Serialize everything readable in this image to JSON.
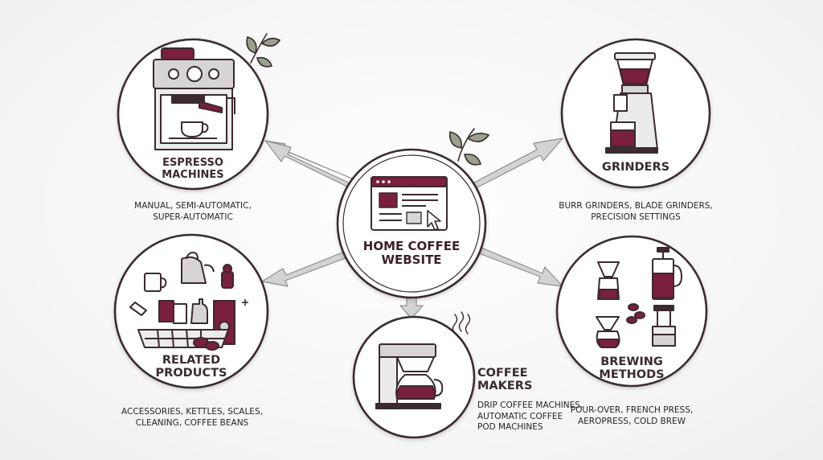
{
  "colors": {
    "maroon": "#7a1f3d",
    "outline": "#3b2a30",
    "arrow": "#c9c9cc",
    "arrow_edge": "#8e8e92",
    "paper": "#ffffff"
  },
  "center": {
    "title_line1": "HOME COFFEE",
    "title_line2": "WEBSITE",
    "icon": "browser-window-icon"
  },
  "nodes": [
    {
      "id": "espresso",
      "title_line1": "ESPRESSO",
      "title_line2": "MACHINES",
      "detail_line1": "MANUAL, SEMI-AUTOMATIC,",
      "detail_line2": "SUPER-AUTOMATIC",
      "icon": "espresso-machine-icon"
    },
    {
      "id": "grinders",
      "title_line1": "GRINDERS",
      "detail_line1": "BURR GRINDERS, BLADE GRINDERS,",
      "detail_line2": "PRECISION SETTINGS",
      "icon": "coffee-grinder-icon"
    },
    {
      "id": "related",
      "title_line1": "RELATED",
      "title_line2": "PRODUCTS",
      "detail_line1": "ACCESSORIES, KETTLES, SCALES,",
      "detail_line2": "CLEANING, COFFEE BEANS",
      "icon": "accessories-basket-icon"
    },
    {
      "id": "makers",
      "title_line1": "COFFEE",
      "title_line2": "MAKERS",
      "detail_line1": "DRIP COFFEE MACHINES,",
      "detail_line2": "AUTOMATIC COFFEE",
      "detail_line3": "POD MACHINES",
      "icon": "drip-coffee-maker-icon"
    },
    {
      "id": "brewing",
      "title_line1": "BREWING",
      "title_line2": "METHODS",
      "detail_line1": "POUR-OVER, FRENCH PRESS,",
      "detail_line2": "AEROPRESS, COLD BREW",
      "icon": "brewing-equipment-icon"
    }
  ]
}
